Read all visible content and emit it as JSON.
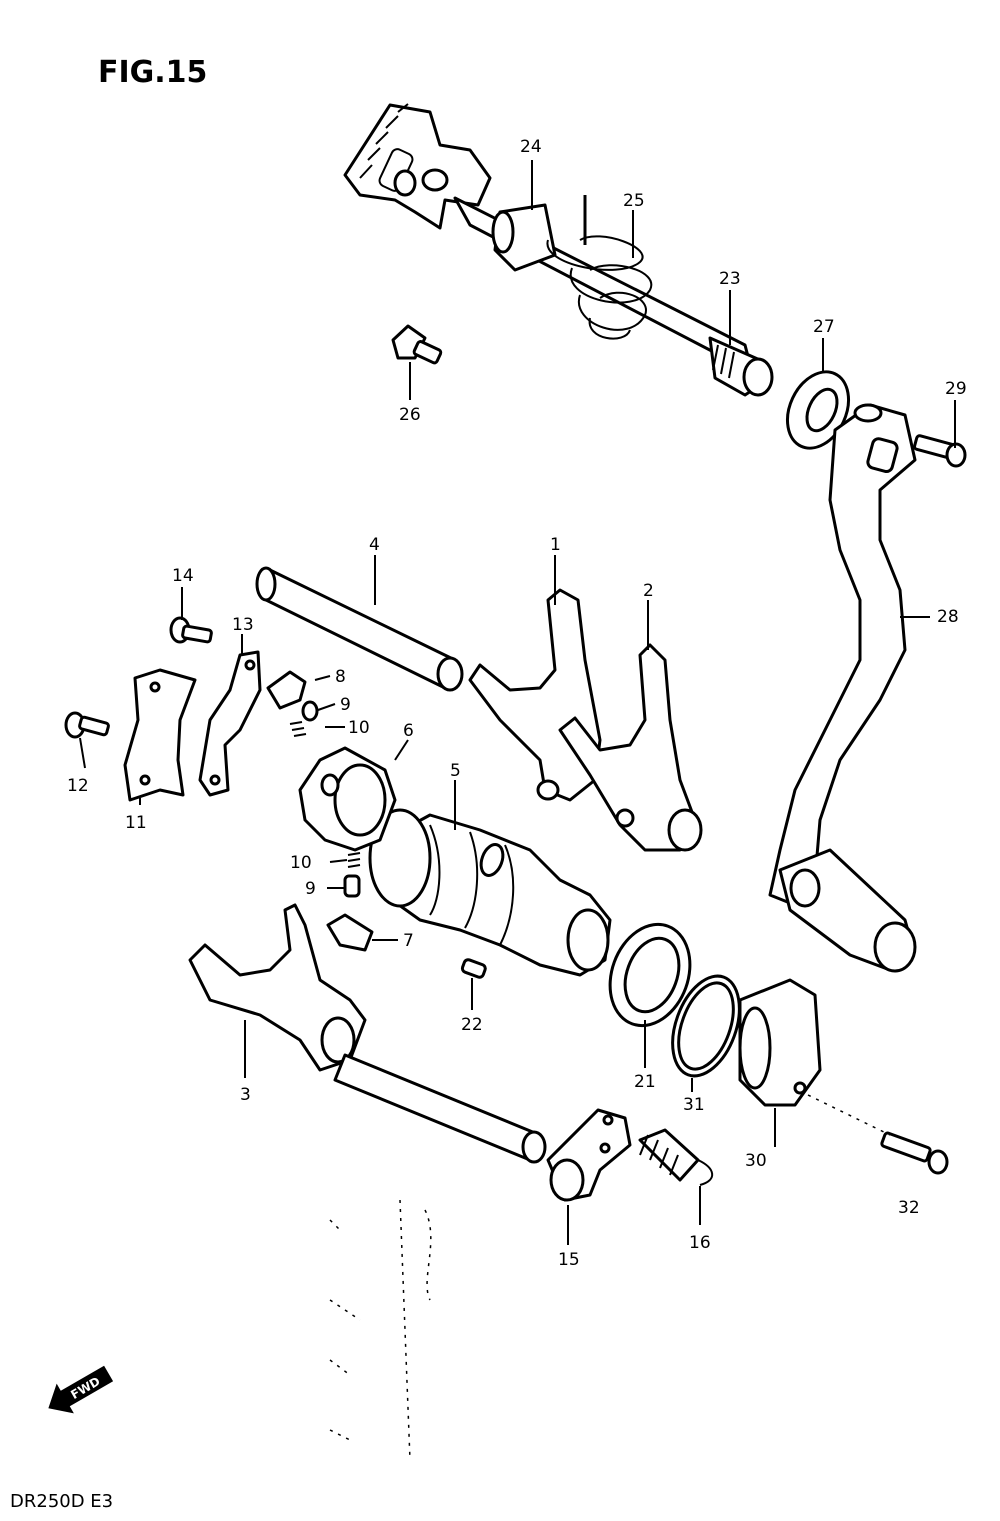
{
  "figure": {
    "title": "FIG.15",
    "model": "DR250D  E3",
    "direction_label": "FWD"
  },
  "callouts": {
    "c1": "1",
    "c2": "2",
    "c3": "3",
    "c4": "4",
    "c5": "5",
    "c6": "6",
    "c7": "7",
    "c8": "8",
    "c9a": "9",
    "c9b": "9",
    "c10a": "10",
    "c10b": "10",
    "c11": "11",
    "c12": "12",
    "c13": "13",
    "c14": "14",
    "c15": "15",
    "c16": "16",
    "c21": "21",
    "c22": "22",
    "c23": "23",
    "c24": "24",
    "c25": "25",
    "c26": "26",
    "c27": "27",
    "c28": "28",
    "c29": "29",
    "c30": "30",
    "c31": "31",
    "c32": "32"
  }
}
